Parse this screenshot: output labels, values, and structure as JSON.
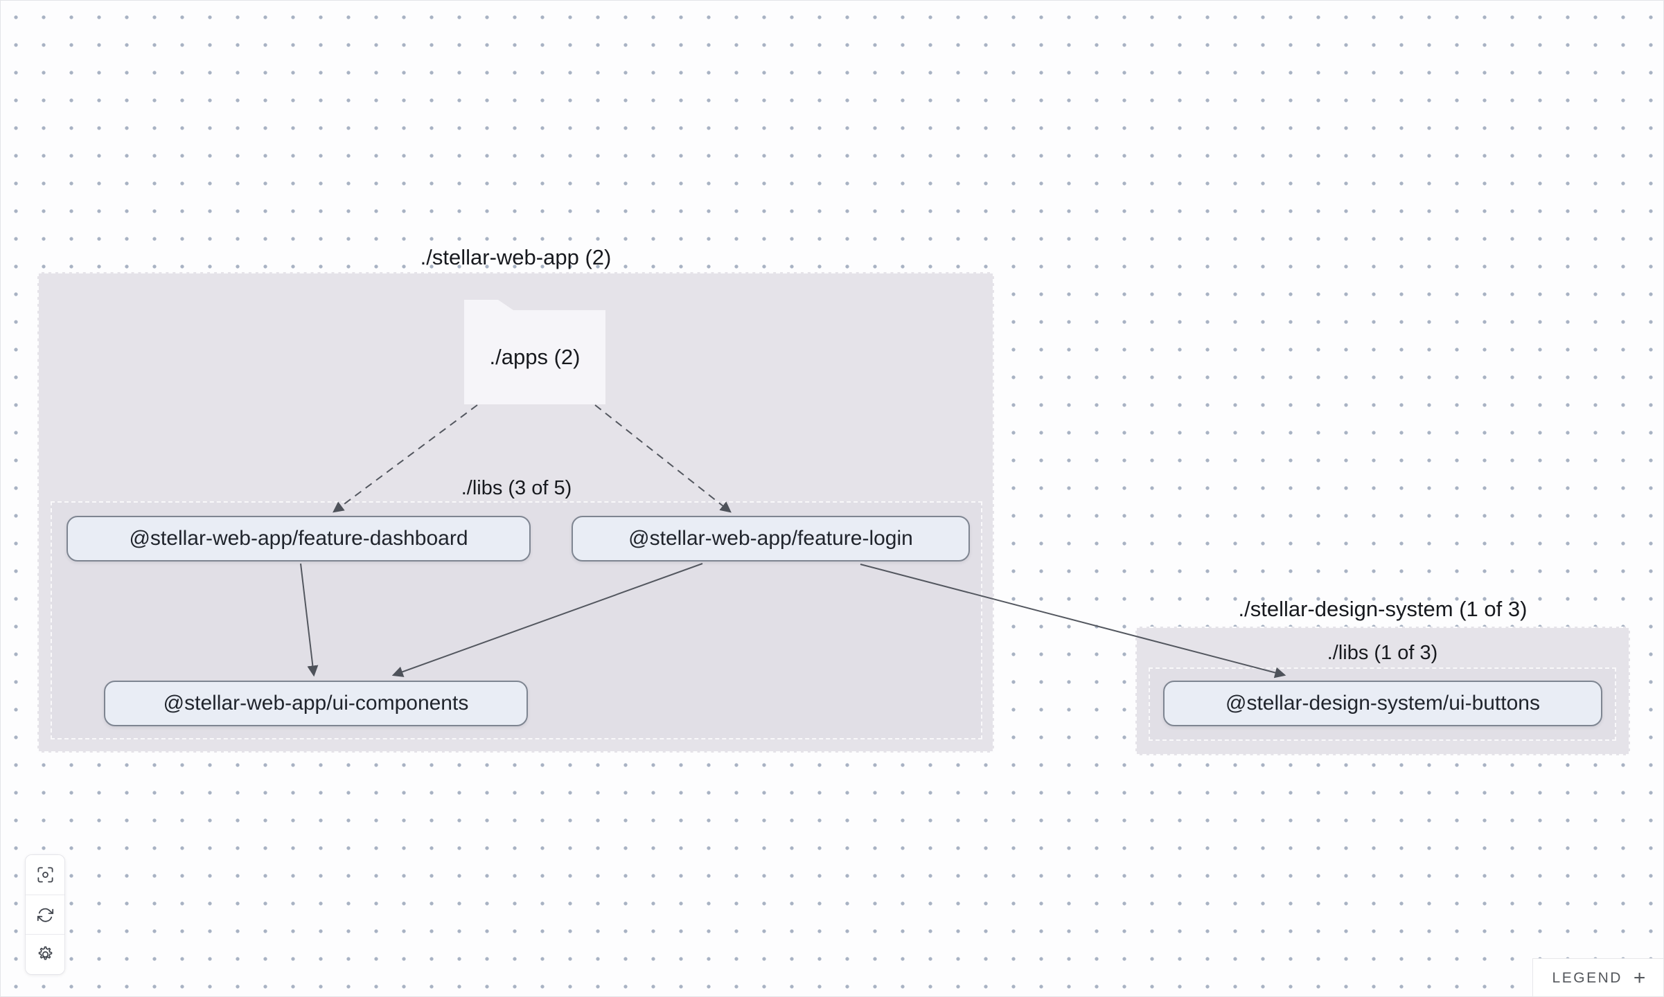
{
  "graph": {
    "groups": [
      {
        "id": "stellar-web-app",
        "label": "./stellar-web-app (2)"
      },
      {
        "id": "stellar-web-app-libs",
        "label": "./libs (3 of 5)"
      },
      {
        "id": "stellar-design-system",
        "label": "./stellar-design-system (1 of 3)"
      },
      {
        "id": "stellar-design-system-libs",
        "label": "./libs (1 of 3)"
      }
    ],
    "folder": {
      "label": "./apps (2)"
    },
    "nodes": [
      {
        "id": "feature-dashboard",
        "label": "@stellar-web-app/feature-dashboard"
      },
      {
        "id": "feature-login",
        "label": "@stellar-web-app/feature-login"
      },
      {
        "id": "ui-components",
        "label": "@stellar-web-app/ui-components"
      },
      {
        "id": "ui-buttons",
        "label": "@stellar-design-system/ui-buttons"
      }
    ],
    "edges": [
      {
        "from": "./apps",
        "to": "@stellar-web-app/feature-dashboard",
        "style": "dashed"
      },
      {
        "from": "./apps",
        "to": "@stellar-web-app/feature-login",
        "style": "dashed"
      },
      {
        "from": "@stellar-web-app/feature-dashboard",
        "to": "@stellar-web-app/ui-components",
        "style": "solid"
      },
      {
        "from": "@stellar-web-app/feature-login",
        "to": "@stellar-web-app/ui-components",
        "style": "solid"
      },
      {
        "from": "@stellar-web-app/feature-login",
        "to": "@stellar-design-system/ui-buttons",
        "style": "solid"
      }
    ]
  },
  "toolbar": {
    "buttons": [
      {
        "icon": "focus-icon"
      },
      {
        "icon": "refresh-icon"
      },
      {
        "icon": "settings-icon"
      }
    ]
  },
  "legend": {
    "label": "LEGEND",
    "expand": "+"
  },
  "colors": {
    "canvas_bg": "#FDFDFE",
    "dot": "#8C9AAF",
    "group_fill": "#E5E3E9",
    "node_fill": "#E9EDF5",
    "node_border": "#7E8591",
    "edge": "#53575F",
    "text": "#17191E"
  }
}
